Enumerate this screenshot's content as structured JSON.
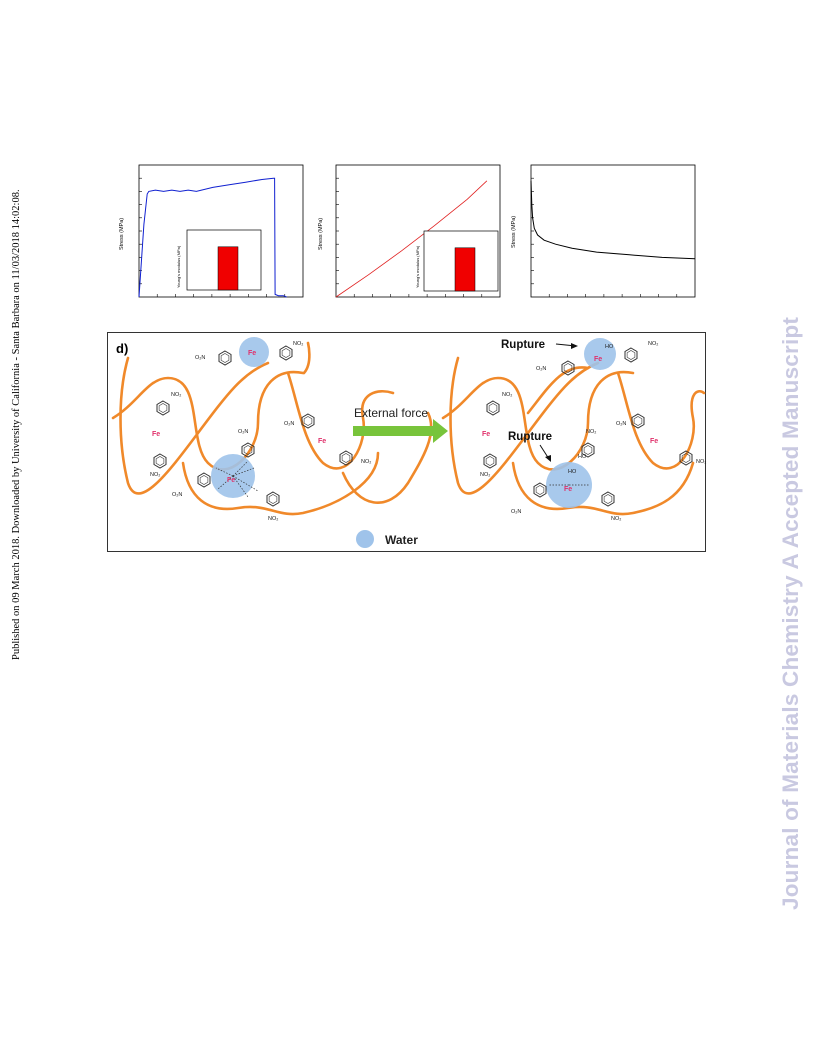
{
  "sidebar_left": "Published on 09 March 2018. Downloaded by University of California - Santa Barbara on 11/03/2018 14:02:08.",
  "sidebar_right": "Journal of Materials Chemistry A Accepted Manuscript",
  "colors": {
    "watermark": "#c9c9e1",
    "chain": "#f0892a",
    "water": "#9fc3ea",
    "arrow": "#78c43b",
    "curve_blue": "#1020d0",
    "curve_red": "#e02020",
    "bar_red": "#f00000",
    "fe_label": "#e0306a"
  },
  "chart_data": [
    {
      "type": "line",
      "ylabel": "Stress (MPa)",
      "series": [
        {
          "values_x": [
            0,
            0.03,
            0.05,
            0.06,
            0.1,
            0.15,
            0.2,
            0.25,
            0.3,
            0.35,
            0.45,
            0.55,
            0.65,
            0.75,
            0.82,
            0.827,
            0.83,
            0.85,
            0.88,
            0.9
          ],
          "values_y": [
            0,
            0.55,
            0.78,
            0.8,
            0.81,
            0.8,
            0.81,
            0.8,
            0.81,
            0.8,
            0.83,
            0.85,
            0.87,
            0.89,
            0.9,
            0.9,
            0.02,
            0.01,
            0.01,
            0
          ],
          "color": "#1020d0"
        }
      ],
      "inset": {
        "type": "bar",
        "ylabel": "Young's modulus (MPa)",
        "values": [
          0.8
        ]
      }
    },
    {
      "type": "line",
      "ylabel": "Stress (MPa)",
      "series": [
        {
          "values_x": [
            0,
            0.2,
            0.4,
            0.6,
            0.8,
            0.92
          ],
          "values_y": [
            0,
            0.17,
            0.35,
            0.54,
            0.74,
            0.88
          ],
          "color": "#e02020"
        }
      ],
      "inset": {
        "type": "bar",
        "ylabel": "Young's modulus (MPa)",
        "values": [
          0.8
        ]
      }
    },
    {
      "type": "line",
      "ylabel": "Stress (MPa)",
      "series": [
        {
          "values_x": [
            0,
            0.005,
            0.01,
            0.02,
            0.04,
            0.08,
            0.15,
            0.25,
            0.4,
            0.6,
            0.8,
            1.0
          ],
          "values_y": [
            0.88,
            0.7,
            0.6,
            0.52,
            0.47,
            0.43,
            0.4,
            0.37,
            0.34,
            0.32,
            0.3,
            0.29
          ],
          "color": "#000000"
        }
      ]
    }
  ],
  "scheme": {
    "panel_label": "d)",
    "arrow_label": "External force",
    "rupture_label": "Rupture",
    "legend_label": "Water",
    "fe": "Fe",
    "no2": "NO₂",
    "o2n": "O₂N",
    "o": "O",
    "ho": "HO"
  }
}
